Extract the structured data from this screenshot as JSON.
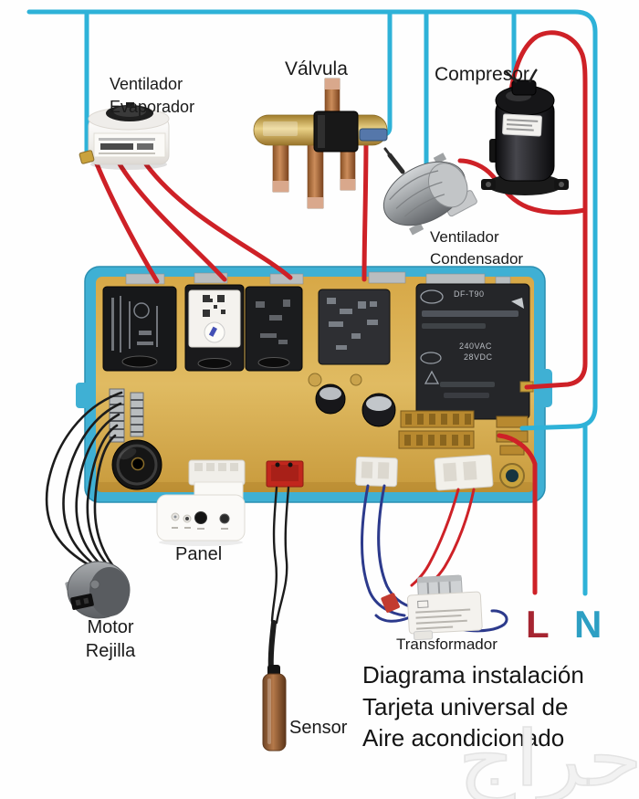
{
  "caption": {
    "line1": "Diagrama instalación",
    "line2": "Tarjeta universal de",
    "line3": "Aire acondicionado"
  },
  "labels": {
    "evaporator_fan": {
      "line1": "Ventilador",
      "line2": "Evaporador"
    },
    "valve": "Válvula",
    "compressor": "Compresor",
    "condenser_fan": {
      "line1": "Ventilador",
      "line2": "Condensador"
    },
    "panel": "Panel",
    "grille_motor": {
      "line1": "Motor",
      "line2": "Rejilla"
    },
    "transformer": "Transformador",
    "sensor": "Sensor"
  },
  "power": {
    "line": "L",
    "neutral": "N"
  },
  "board": {
    "relay_marking": {
      "line1": "DF-T90",
      "line2": "240VAC",
      "line3": "28VDC"
    }
  },
  "watermark": {
    "text": "حراج"
  },
  "colors": {
    "wire_live_red": "#ce2127",
    "wire_neutral_cyan": "#2eb2d8",
    "wire_black": "#1c1c1c",
    "wire_transformer_blue": "#2c3a8c",
    "board_edge_cyan": "#3fb0d4",
    "board_gold": "#d3a243",
    "label_L_color": "#a62531",
    "label_N_color": "#2d9fc3"
  }
}
